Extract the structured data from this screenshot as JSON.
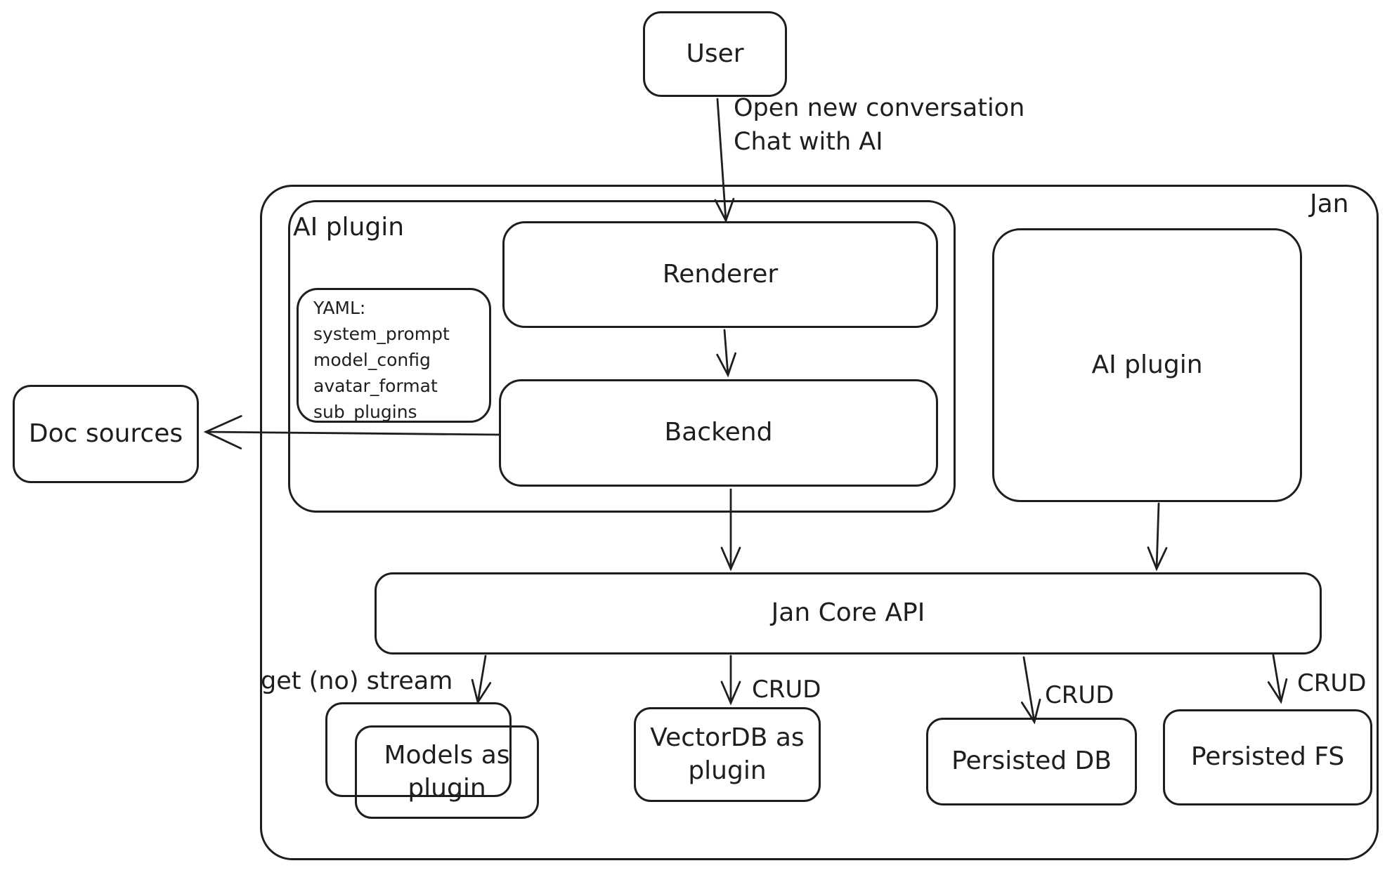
{
  "diagram": {
    "colors": {
      "stroke": "#1e1e1e",
      "background": "#ffffff"
    },
    "nodes": {
      "user": {
        "label": "User"
      },
      "jan_container": {
        "label": "Jan"
      },
      "ai_plugin_group": {
        "label": "AI plugin"
      },
      "renderer": {
        "label": "Renderer"
      },
      "backend": {
        "label": "Backend"
      },
      "yaml_note": {
        "lines": [
          "YAML:",
          "system_prompt",
          "model_config",
          "avatar_format",
          "sub_plugins"
        ]
      },
      "ai_plugin_box": {
        "label": "AI plugin"
      },
      "doc_sources": {
        "label": "Doc sources"
      },
      "jan_core_api": {
        "label": "Jan Core API"
      },
      "models_as_plugin": {
        "label": "Models as plugin"
      },
      "vectordb_as_plugin": {
        "label": "VectorDB as plugin"
      },
      "persisted_db": {
        "label": "Persisted DB"
      },
      "persisted_fs": {
        "label": "Persisted FS"
      }
    },
    "edges": {
      "user_to_renderer": {
        "from": "User",
        "to": "Renderer",
        "label_lines": [
          "Open new conversation",
          "Chat with AI"
        ]
      },
      "renderer_to_backend": {
        "from": "Renderer",
        "to": "Backend"
      },
      "backend_to_doc_sources": {
        "from": "Backend",
        "to": "Doc sources"
      },
      "backend_to_jan_core": {
        "from": "Backend",
        "to": "Jan Core API"
      },
      "ai_plugin_to_jan_core": {
        "from": "AI plugin",
        "to": "Jan Core API"
      },
      "core_to_models": {
        "from": "Jan Core API",
        "to": "Models as plugin",
        "label": "get (no) stream"
      },
      "core_to_vectordb": {
        "from": "Jan Core API",
        "to": "VectorDB as plugin",
        "label": "CRUD"
      },
      "core_to_persisted_db": {
        "from": "Jan Core API",
        "to": "Persisted DB",
        "label": "CRUD"
      },
      "core_to_persisted_fs": {
        "from": "Jan Core API",
        "to": "Persisted FS",
        "label": "CRUD"
      }
    }
  }
}
